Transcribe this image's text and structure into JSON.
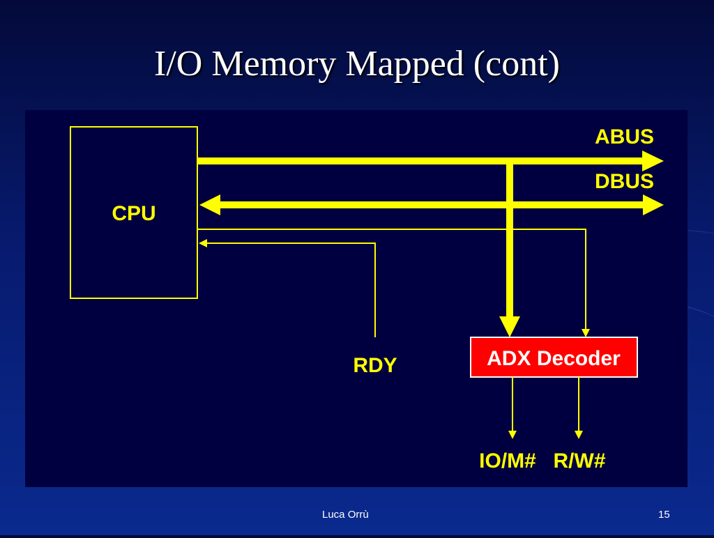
{
  "slide": {
    "title": "I/O Memory Mapped (cont)",
    "author": "Luca Orrù",
    "page_number": "15"
  },
  "diagram": {
    "colors": {
      "panel": "#000040",
      "lines": "#ffff00",
      "decoder_fill": "#ff0000",
      "decoder_text": "#ffffff"
    },
    "nodes": {
      "cpu": "CPU",
      "abus": "ABUS",
      "dbus": "DBUS",
      "rdy": "RDY",
      "decoder": "ADX Decoder",
      "io_m": "IO/M#",
      "r_w": "R/W#"
    }
  }
}
